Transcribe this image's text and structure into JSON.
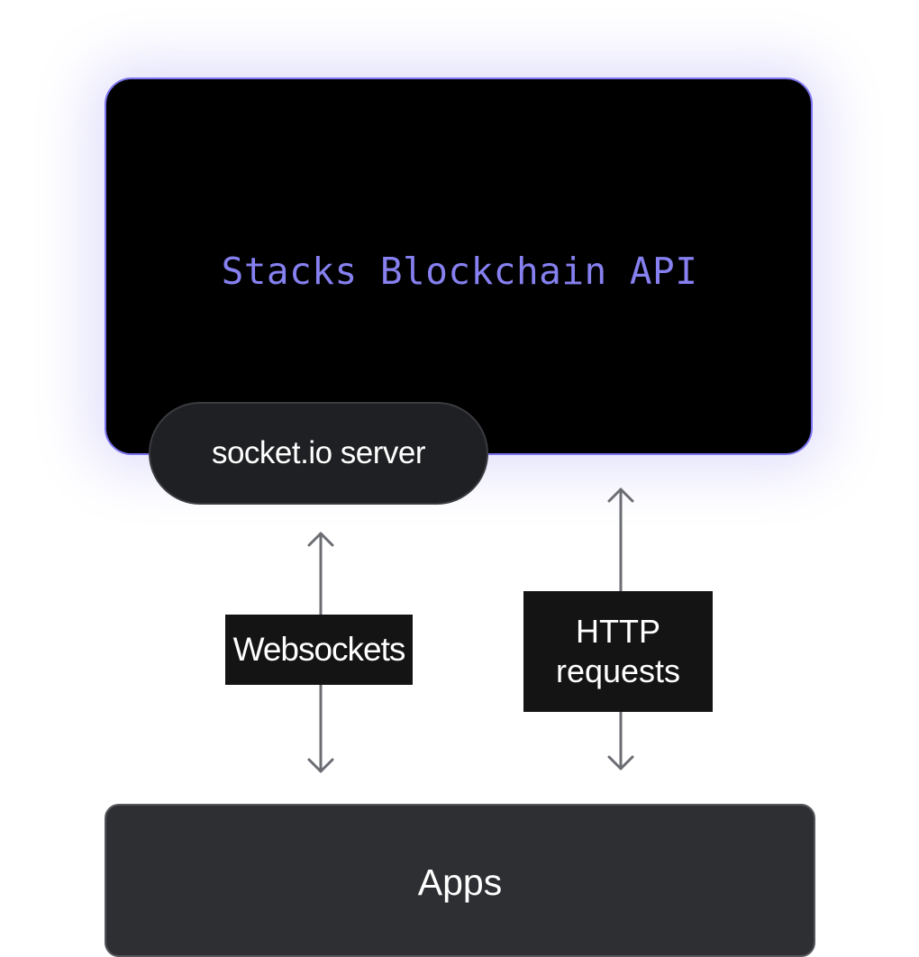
{
  "api": {
    "title": "Stacks Blockchain API",
    "border_color": "#7b73ee",
    "text_color": "#8680f0"
  },
  "socket_server": {
    "label": "socket.io server"
  },
  "connections": {
    "websockets_label": "Websockets",
    "http_label_line1": "HTTP",
    "http_label_line2": "requests",
    "arrow_color": "#6b6d73"
  },
  "apps": {
    "label": "Apps"
  }
}
